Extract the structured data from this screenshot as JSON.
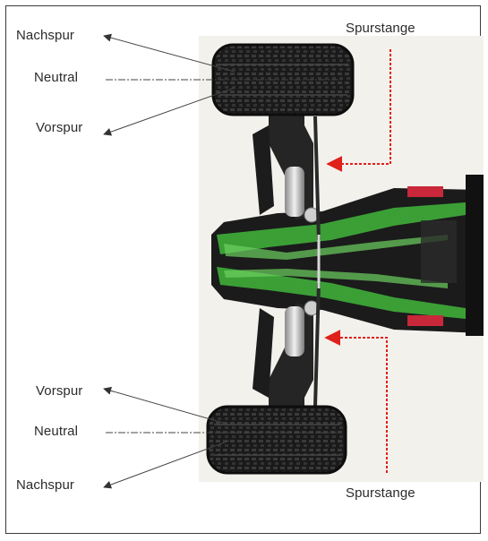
{
  "labels": {
    "top": {
      "nachspur": "Nachspur",
      "neutral": "Neutral",
      "vorspur": "Vorspur",
      "spurstange": "Spurstange"
    },
    "bottom": {
      "vorspur": "Vorspur",
      "neutral": "Neutral",
      "nachspur": "Nachspur",
      "spurstange": "Spurstange"
    }
  },
  "colors": {
    "tie_rod_arrow": "#e0201b",
    "leader_line": "#444444",
    "body_green": "#3fae3a",
    "chassis": "#1e1e1e",
    "photo_background": "#f3f1ec"
  }
}
